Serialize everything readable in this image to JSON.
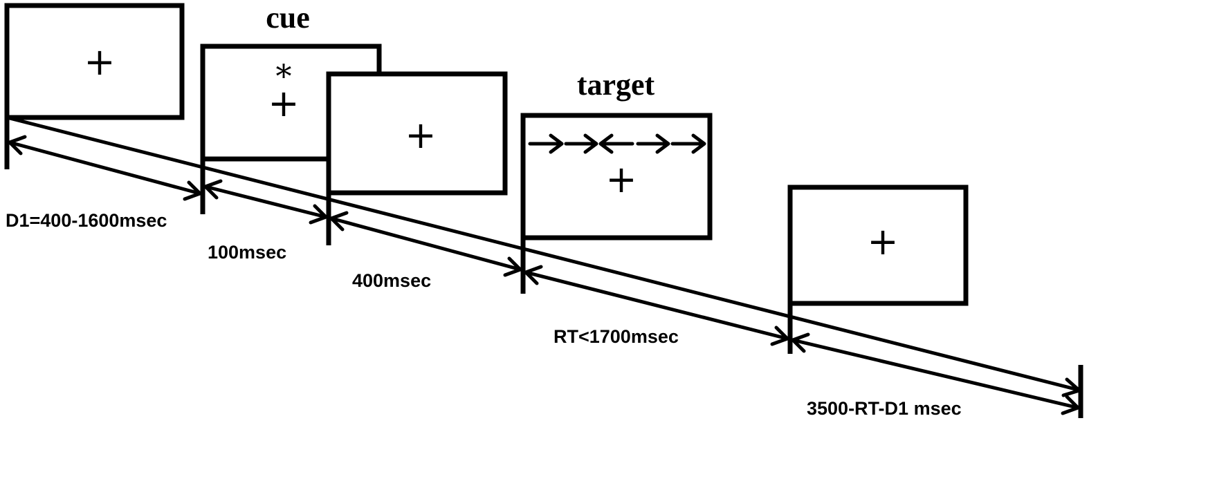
{
  "diagram": {
    "frames": [
      {
        "title": "",
        "fixation": "+",
        "cue_symbol": ""
      },
      {
        "title": "cue",
        "fixation": "+",
        "cue_symbol": "*"
      },
      {
        "title": "",
        "fixation": "+",
        "cue_symbol": ""
      },
      {
        "title": "target",
        "fixation": "+",
        "flankers": [
          "right",
          "right",
          "left",
          "right",
          "right"
        ]
      },
      {
        "title": "",
        "fixation": "+",
        "cue_symbol": ""
      }
    ],
    "durations": [
      "D1=400-1600msec",
      "100msec",
      "400msec",
      "RT<1700msec",
      "3500-RT-D1 msec"
    ]
  }
}
